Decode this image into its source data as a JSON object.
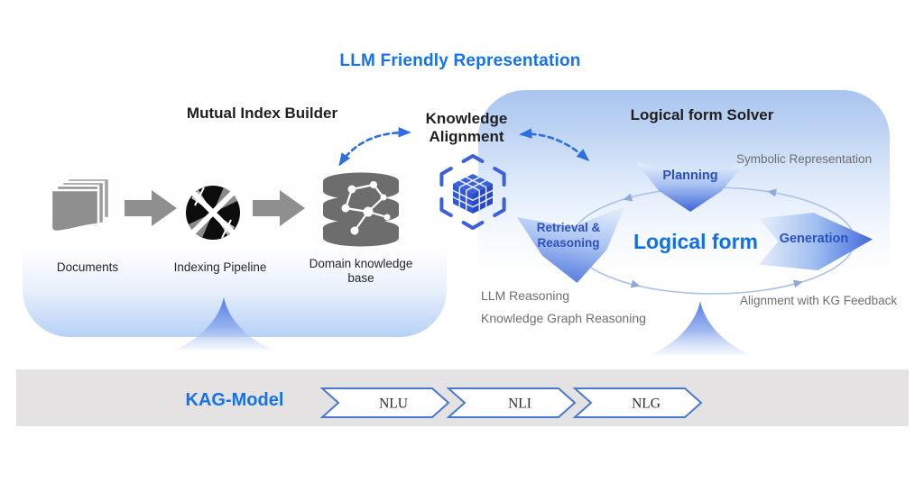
{
  "page": {
    "title": "LLM Friendly Representation"
  },
  "colors": {
    "accent_blue": "#1573e8",
    "banner_text": "#2b50bf",
    "shape_blue": "#3d65d9",
    "gray_text": "#6e6e6e",
    "dark_text": "#1f1f1f",
    "chevron_border": "#4a78cc",
    "bar_background": "#e4e2e2",
    "icon_gray": "#8f8f8f",
    "dashed_arrow_blue": "#2e6fe0"
  },
  "mutual_index_builder": {
    "title": "Mutual Index Builder",
    "steps": [
      {
        "label": "Documents",
        "icon": "documents-icon"
      },
      {
        "label": "Indexing Pipeline",
        "icon": "indexing-pipeline-icon"
      },
      {
        "label": "Domain knowledge base",
        "icon": "domain-knowledge-base-icon"
      }
    ]
  },
  "knowledge_alignment": {
    "title": "Knowledge Alignment",
    "icon": "hexagon-cube-icon"
  },
  "logical_form_solver": {
    "title": "Logical form Solver",
    "center_label": "Logical form",
    "nodes": [
      {
        "label": "Planning"
      },
      {
        "label": "Retrieval & Reasoning"
      },
      {
        "label": "Generation"
      }
    ],
    "annotations": {
      "symbolic": "Symbolic Representation",
      "llm_reasoning": "LLM Reasoning",
      "kg_reasoning": "Knowledge Graph Reasoning",
      "kg_feedback": "Alignment with KG Feedback"
    }
  },
  "kag_model": {
    "label": "KAG-Model",
    "stages": [
      {
        "label": "NLU"
      },
      {
        "label": "NLI"
      },
      {
        "label": "NLG"
      }
    ]
  }
}
